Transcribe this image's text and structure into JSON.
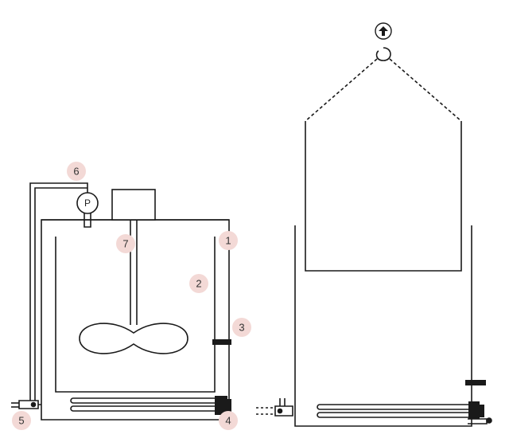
{
  "colors": {
    "line": "#1a1a1a",
    "marker_fill": "#f3d9d6",
    "marker_text": "#333333",
    "background": "#ffffff"
  },
  "left_apparatus": {
    "pump_label": "P",
    "callouts": [
      "1",
      "2",
      "3",
      "4",
      "5",
      "6",
      "7"
    ]
  },
  "right_apparatus": {
    "hook_icon": "crane-hook-icon",
    "arrow_icon": "up-arrow-icon"
  }
}
